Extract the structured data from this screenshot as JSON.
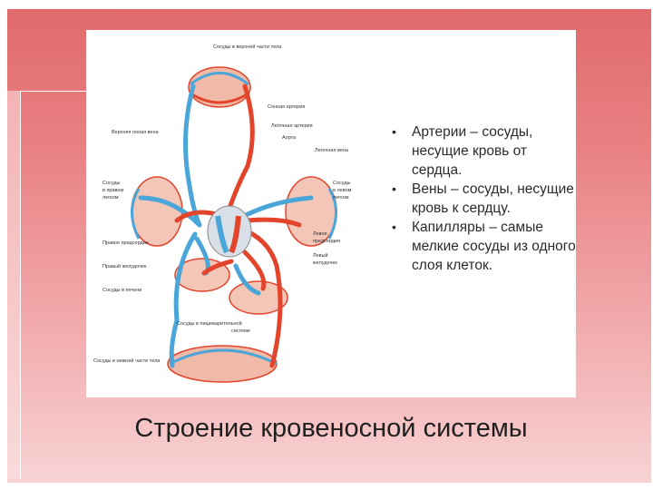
{
  "slide": {
    "title": "Строение кровеносной системы"
  },
  "bullets": [
    "Артерии – сосуды, несущие кровь от сердца.",
    "Вены – сосуды, несущие кровь к сердцу.",
    "Капилляры – самые мелкие сосуды из одного слоя клеток."
  ],
  "diagram": {
    "labels": {
      "upper_body_vessels": "Сосуды в верхней части тела",
      "carotid_artery": "Сонная артерия",
      "superior_vena_cava": "Верхняя полая вена",
      "pulmonary_artery": "Легочная артерия",
      "aorta": "Аорта",
      "pulmonary_vein": "Легочная вена",
      "right_lung_vessels_1": "Сосуды",
      "right_lung_vessels_2": "в правом",
      "right_lung_vessels_3": "легком",
      "left_lung_vessels_1": "Сосуды",
      "left_lung_vessels_2": "в левом",
      "left_lung_vessels_3": "легком",
      "right_atrium": "Правое предсердие",
      "left_atrium_1": "Левое",
      "left_atrium_2": "предсердие",
      "left_ventricle_1": "Левый",
      "left_ventricle_2": "желудочек",
      "right_ventricle": "Правый желудочек",
      "liver_vessels": "Сосуды в печени",
      "digestive_vessels_1": "Сосуды в пищеварительной",
      "digestive_vessels_2": "системе",
      "lower_body_vessels": "Сосуды в нижней части тела"
    },
    "colors": {
      "artery": "#e2452c",
      "vein": "#4aa6d8"
    }
  },
  "colors": {
    "slide_top": "#e06a6c",
    "slide_bottom": "#f8d3d4",
    "title_text": "#1f1f1f"
  }
}
